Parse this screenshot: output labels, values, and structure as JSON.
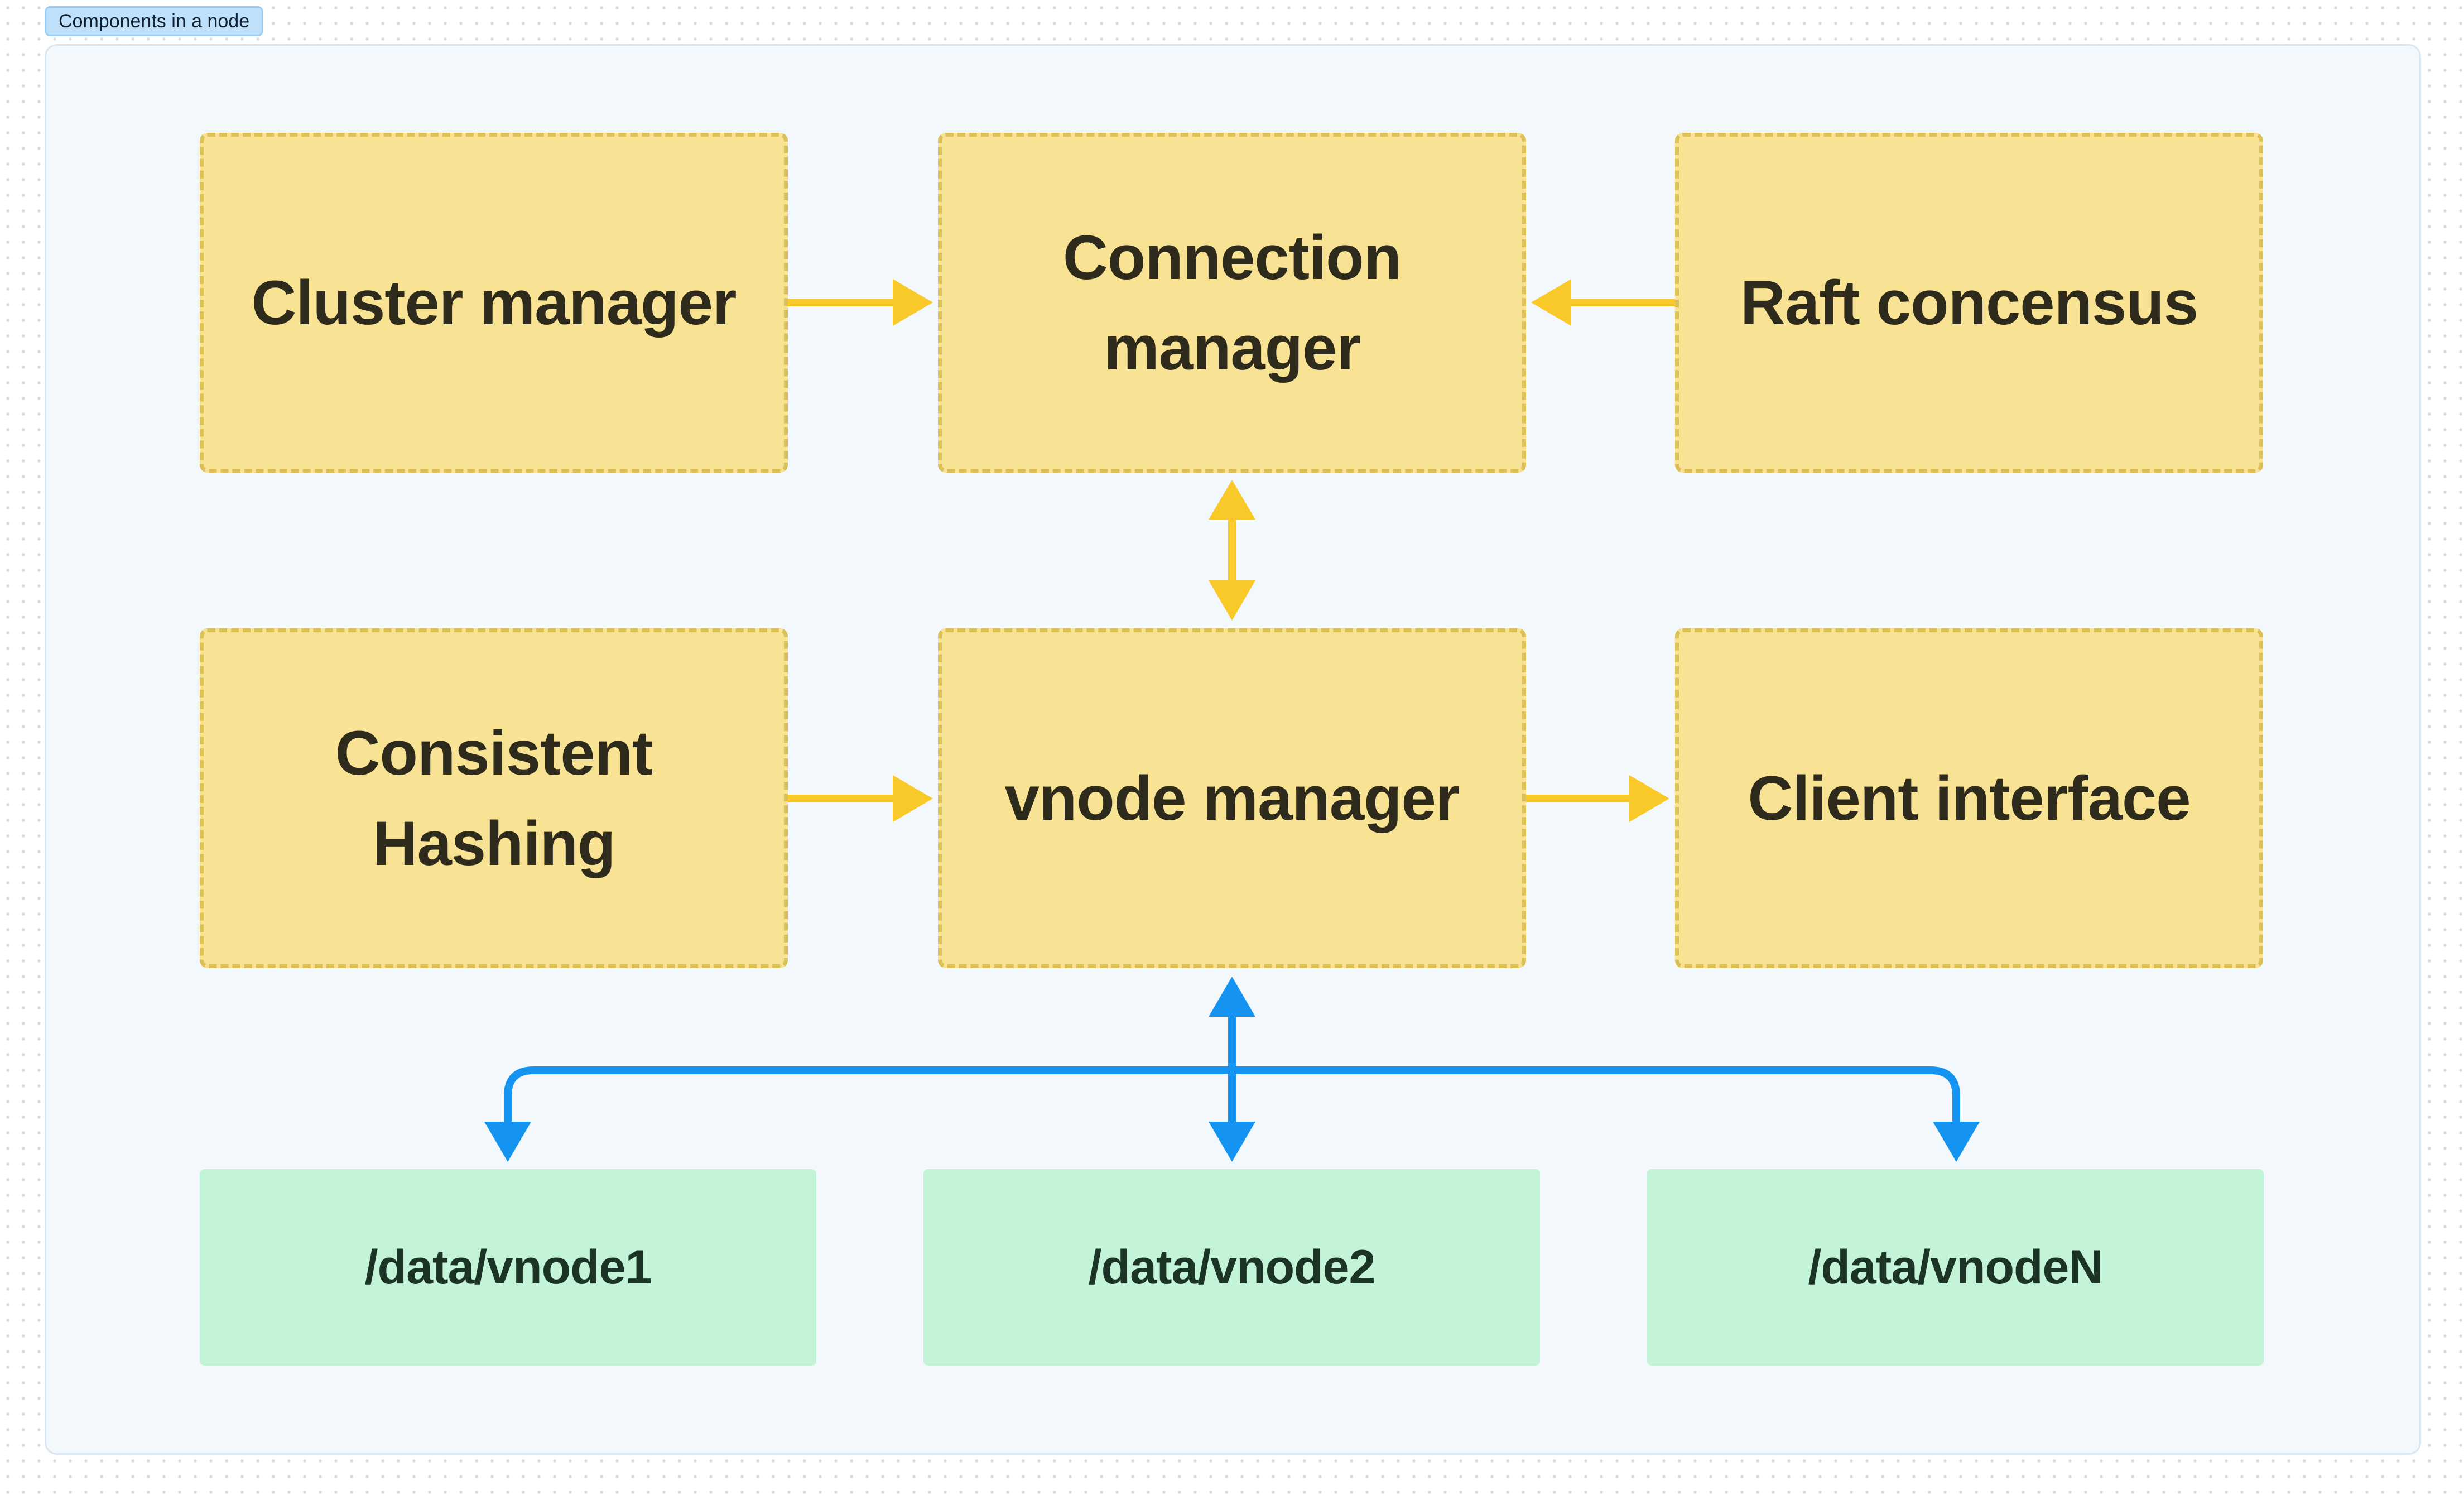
{
  "frame": {
    "label": "Components in a node"
  },
  "components": {
    "cluster_manager": "Cluster manager",
    "connection_manager": "Connection manager",
    "raft_consensus": "Raft concensus",
    "consistent_hashing": "Consistent Hashing",
    "vnode_manager": "vnode manager",
    "client_interface": "Client interface"
  },
  "storage": {
    "vnode1": "/data/vnode1",
    "vnode2": "/data/vnode2",
    "vnodeN": "/data/vnodeN"
  },
  "colors": {
    "component_fill": "#f8e294",
    "component_border": "#ddbf57",
    "storage_fill": "#c4f4d7",
    "control_arrow": "#f9c92a",
    "data_arrow": "#1593f0",
    "frame_fill": "#f3f8fc"
  }
}
